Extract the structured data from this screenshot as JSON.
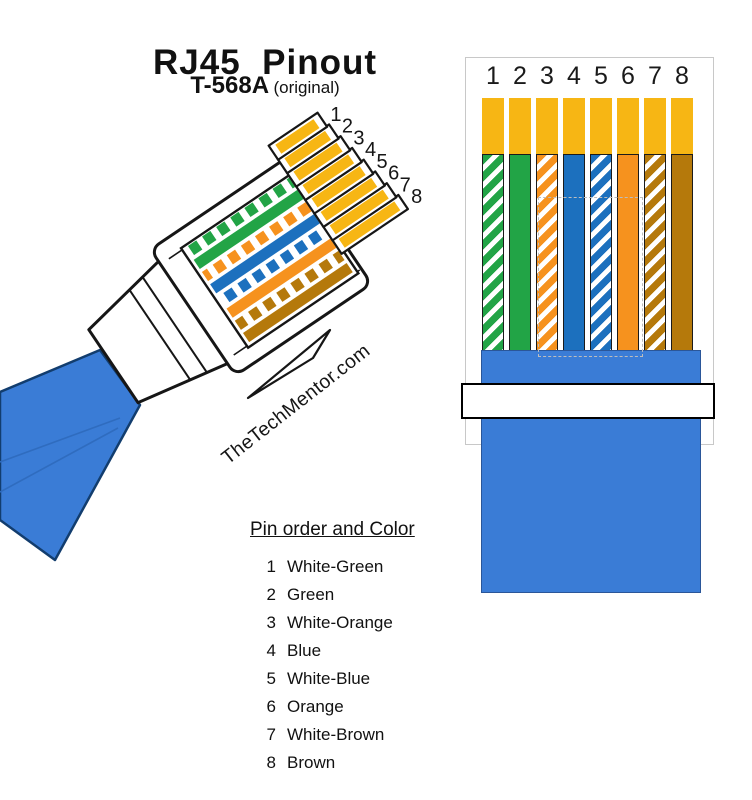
{
  "header": {
    "title": "RJ45  Pinout",
    "standard": "T-568A",
    "standard_note": "(original)"
  },
  "watermark": "TheTechMentor.com",
  "pin_list": {
    "heading": "Pin order and Color"
  },
  "wires": [
    {
      "pin": 1,
      "label": "White-Green",
      "color": "#22A446",
      "striped": true
    },
    {
      "pin": 2,
      "label": "Green",
      "color": "#22A446",
      "striped": false
    },
    {
      "pin": 3,
      "label": "White-Orange",
      "color": "#F6921E",
      "striped": true
    },
    {
      "pin": 4,
      "label": "Blue",
      "color": "#1C70BE",
      "striped": false
    },
    {
      "pin": 5,
      "label": "White-Blue",
      "color": "#1C70BE",
      "striped": true
    },
    {
      "pin": 6,
      "label": "Orange",
      "color": "#F6921E",
      "striped": false
    },
    {
      "pin": 7,
      "label": "White-Brown",
      "color": "#B5790B",
      "striped": true
    },
    {
      "pin": 8,
      "label": "Brown",
      "color": "#B5790B",
      "striped": false
    }
  ],
  "colors": {
    "contact_gold": "#F7B614",
    "cable_blue": "#3A7CD6",
    "cable_edge": "#2A5699",
    "cable_edge_dark": "#123D6E",
    "cable_ridge": "#2F6CBF",
    "outline_gray": "#C8C8C8",
    "ink": "#161616"
  }
}
